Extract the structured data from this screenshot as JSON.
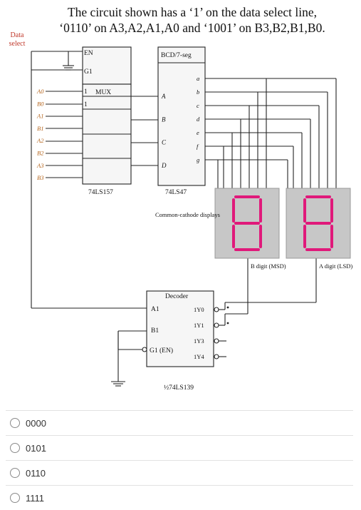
{
  "question": {
    "line1": "The circuit shown has a ‘1’ on the data select line,",
    "line2": "‘0110’ on A3,A2,A1,A0 and ‘1001’ on B3,B2,B1,B0."
  },
  "diagram": {
    "data_select_label": "Data select",
    "mux": {
      "en": "EN",
      "g1": "G1",
      "mux_label": "MUX",
      "one": "1",
      "zero": "1",
      "part": "74LS157",
      "inputs": [
        "A0",
        "B0",
        "A1",
        "B1",
        "A2",
        "B2",
        "A3",
        "B3"
      ]
    },
    "bcd": {
      "title": "BCD/7-seg",
      "part": "74LS47",
      "inputs": [
        "A",
        "B",
        "C",
        "D"
      ],
      "outputs": [
        "a",
        "b",
        "c",
        "d",
        "e",
        "f",
        "g"
      ]
    },
    "displays": {
      "label": "Common-cathode displays",
      "digit_color": "#e0197a",
      "body_color": "#c7c7c7",
      "b_digit": "B digit (MSD)",
      "a_digit": "A digit (LSD)"
    },
    "decoder": {
      "title": "Decoder",
      "a1": "A1",
      "b1": "B1",
      "g1": "G1 (EN)",
      "outputs": [
        "1Y0",
        "1Y1",
        "1Y3",
        "1Y4"
      ],
      "part": "½74LS139"
    }
  },
  "options": [
    {
      "label": "0000"
    },
    {
      "label": "0101"
    },
    {
      "label": "0110"
    },
    {
      "label": "1111"
    }
  ]
}
